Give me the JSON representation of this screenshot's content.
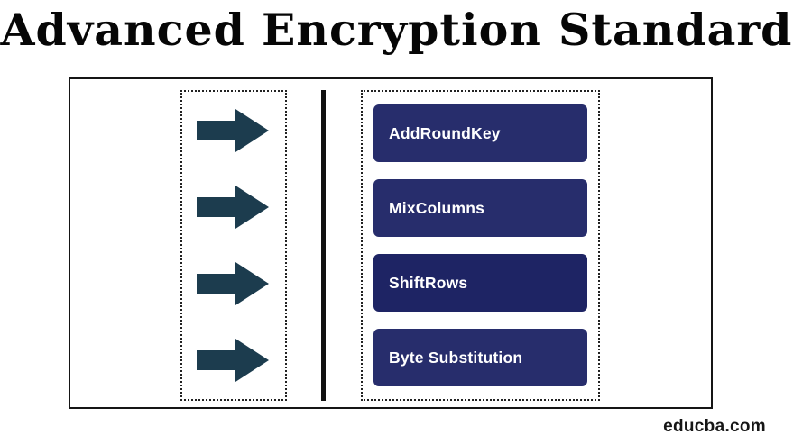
{
  "title": "Advanced Encryption Standard",
  "steps": [
    {
      "label": "AddRoundKey"
    },
    {
      "label": "MixColumns"
    },
    {
      "label": "ShiftRows"
    },
    {
      "label": "Byte Substitution"
    }
  ],
  "icons": [
    {
      "name": "arrow-right-icon"
    },
    {
      "name": "arrow-right-icon"
    },
    {
      "name": "arrow-right-icon"
    },
    {
      "name": "arrow-right-icon"
    }
  ],
  "footer": {
    "brand": "educba.com"
  },
  "colors": {
    "button_bg": "#272d6c",
    "button_bg_dark": "#1e2464",
    "arrow": "#1c3c4e",
    "frame_border": "#151515",
    "title_color": "#060606"
  }
}
